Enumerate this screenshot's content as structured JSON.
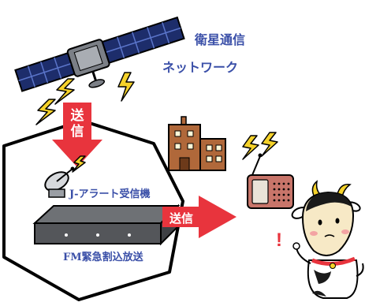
{
  "labels": {
    "satellite_line1": "衛星通信",
    "satellite_line2": "ネットワーク",
    "j_alert": "J-アラート受信機",
    "fm_broadcast": "FM緊急割込放送",
    "send_vertical": [
      "送",
      "信"
    ],
    "send_horizontal": "送信",
    "exclamation": "!"
  },
  "colors": {
    "arrow_red": "#e8343d",
    "label_blue": "#3a4fa8",
    "bolt_yellow": "#f5d22a",
    "building_brown": "#b0683a",
    "radio_body": "#c8756a",
    "device_gray": "#54565a",
    "cow_face": "#f7e9c6"
  },
  "icons": [
    "satellite-icon",
    "lightning-icon",
    "building-icon",
    "radio-icon",
    "cow-character-icon",
    "satellite-dish-icon",
    "receiver-device-icon"
  ]
}
